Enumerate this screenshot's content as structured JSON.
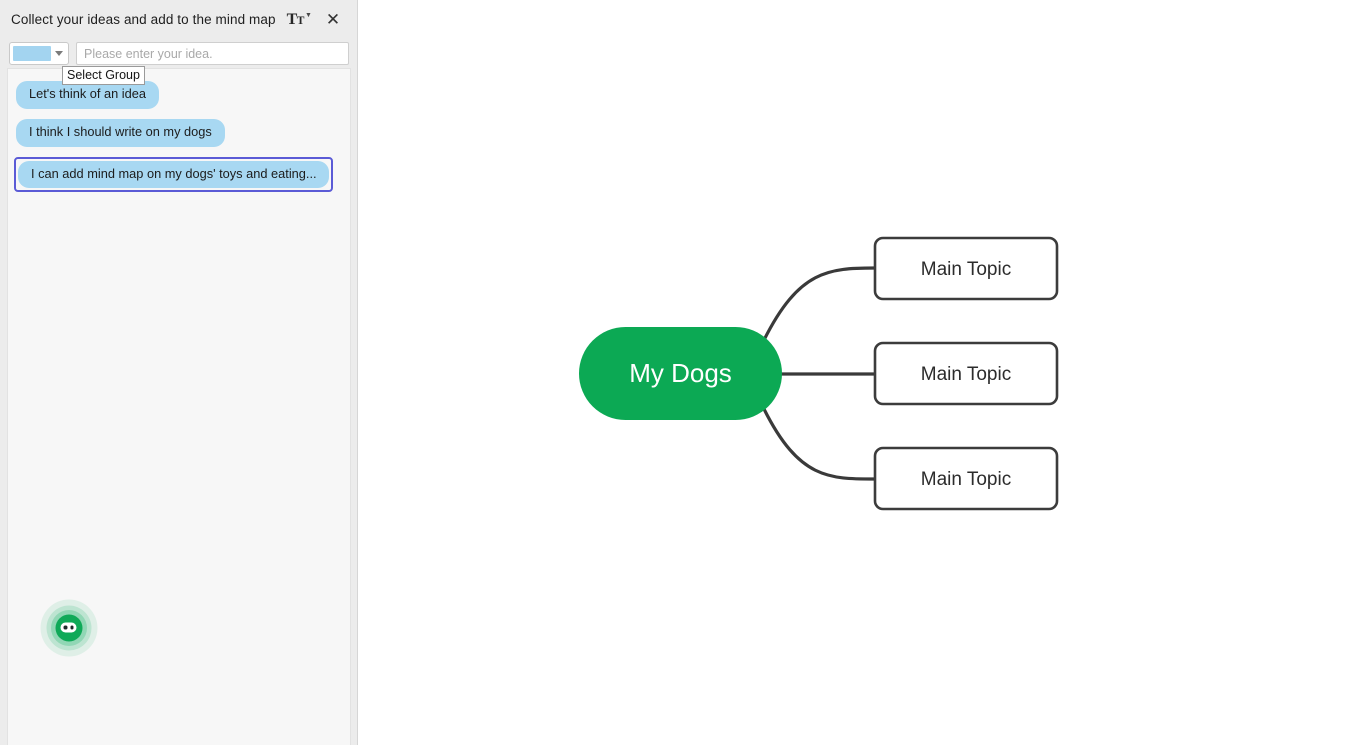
{
  "panel": {
    "title": "Collect your ideas and add to the mind map",
    "text_style_icon": "text-style-icon",
    "close_icon": "close-icon",
    "group_select": {
      "icon": "chevron-down-icon",
      "swatch_color": "#a3d4f0",
      "tooltip": "Select Group"
    },
    "idea_input": {
      "value": "",
      "placeholder": "Please enter your idea."
    },
    "ideas": [
      {
        "text": "Let's think of an idea",
        "selected": false
      },
      {
        "text": "I think I should write on my dogs",
        "selected": false
      },
      {
        "text": "I can add mind map on my dogs' toys and eating...",
        "selected": true
      }
    ],
    "assistant": {
      "icon": "robot-face-icon",
      "color": "#0fa958"
    }
  },
  "mindmap": {
    "root": {
      "label": "My Dogs",
      "fill": "#0ca954",
      "text_color": "#ffffff"
    },
    "branches": [
      {
        "label": "Main Topic"
      },
      {
        "label": "Main Topic"
      },
      {
        "label": "Main Topic"
      }
    ],
    "edge_color": "#3a3a3a",
    "node_border_color": "#3c3c3c",
    "node_fill": "#ffffff"
  }
}
